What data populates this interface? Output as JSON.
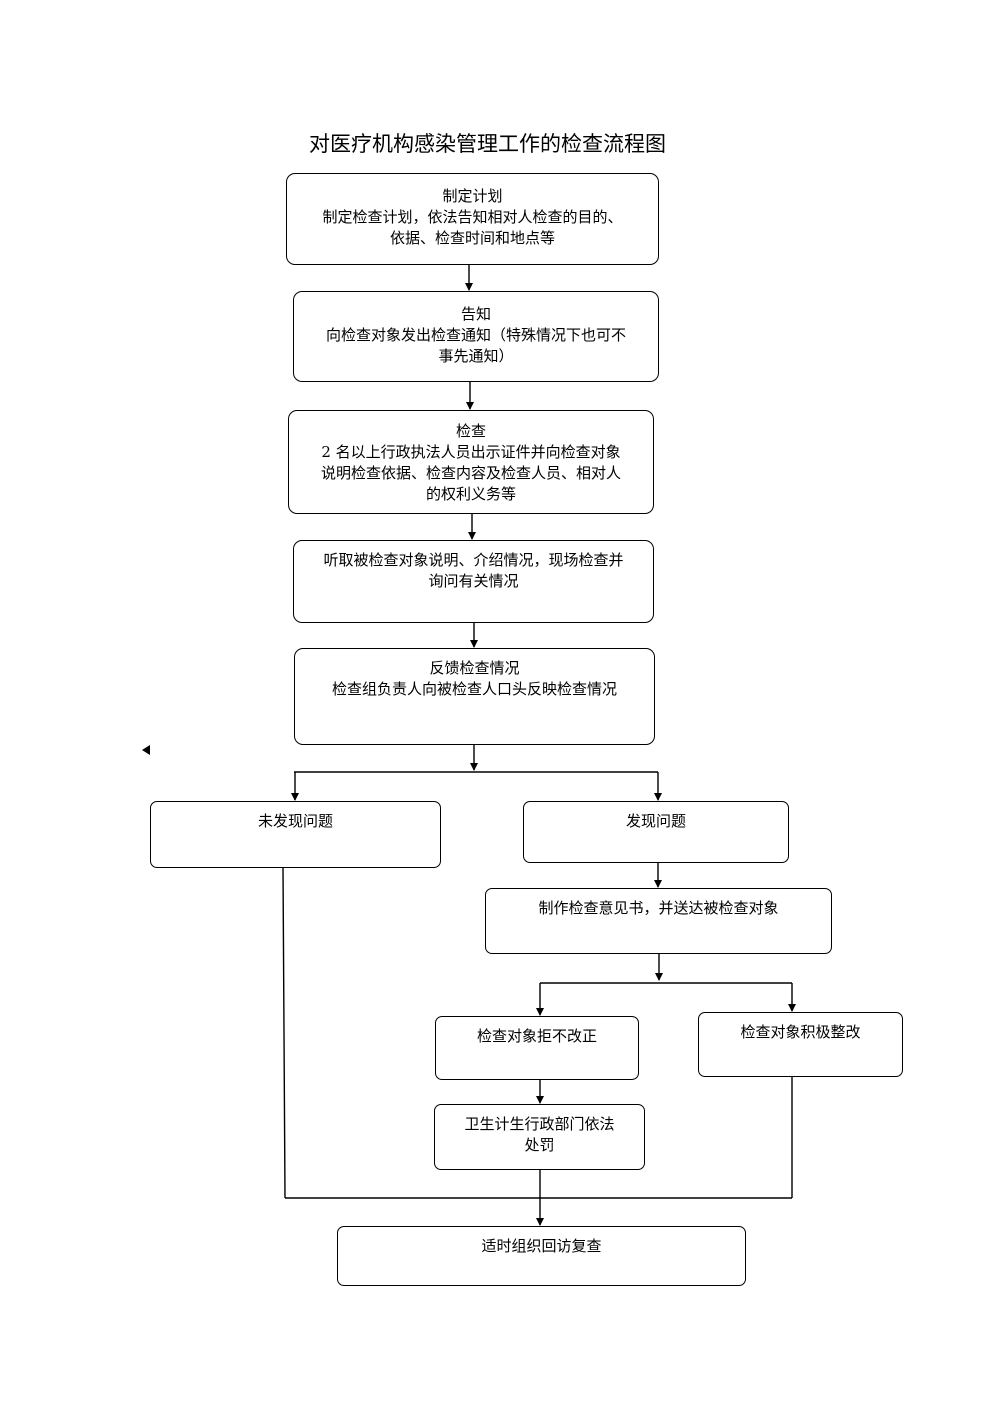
{
  "title": "对医疗机构感染管理工作的检查流程图",
  "nodes": {
    "plan": {
      "heading": "制定计划",
      "line1": "制定检查计划，依法告知相对人检查的目的、",
      "line2": "依据、检查时间和地点等"
    },
    "notify": {
      "heading": "告知",
      "line1": "向检查对象发出检查通知（特殊情况下也可不",
      "line2": "事先通知）"
    },
    "inspect": {
      "heading": "检查",
      "line1": "2 名以上行政执法人员出示证件并向检查对象",
      "line2": "说明检查依据、检查内容及检查人员、相对人",
      "line3": "的权利义务等"
    },
    "listen": {
      "line1": "听取被检查对象说明、介绍情况，现场检查并",
      "line2": "询问有关情况"
    },
    "feedback": {
      "heading": "反馈检查情况",
      "line1": "检查组负责人向被检查人口头反映检查情况"
    },
    "no_problem": {
      "line1": "未发现问题"
    },
    "problem_found": {
      "line1": "发现问题"
    },
    "opinion": {
      "line1": "制作检查意见书，并送达被检查对象"
    },
    "refuse": {
      "line1": "检查对象拒不改正"
    },
    "rectify": {
      "line1": "检查对象积极整改"
    },
    "penalty": {
      "line1": "卫生计生行政部门依法",
      "line2": "处罚"
    },
    "recheck": {
      "line1": "适时组织回访复查"
    }
  }
}
